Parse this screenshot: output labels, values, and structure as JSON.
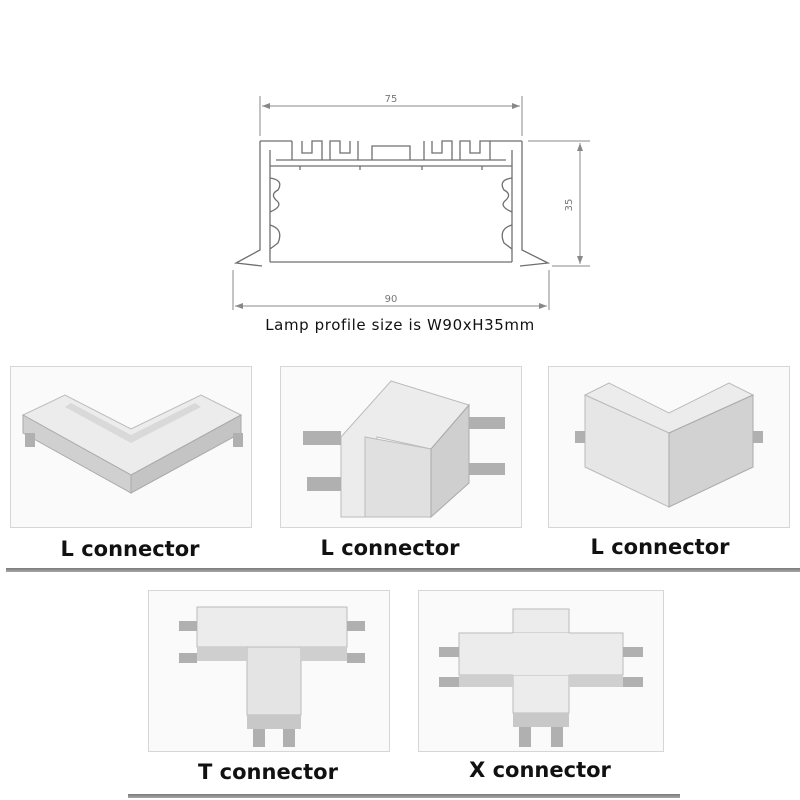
{
  "drawing": {
    "dim_top": "75",
    "dim_bottom": "90",
    "dim_right": "35",
    "caption": "Lamp profile size is W90xH35mm"
  },
  "connectors": [
    {
      "label": "L connector",
      "icon": "l-connector-flat-icon"
    },
    {
      "label": "L connector",
      "icon": "l-connector-side-icon"
    },
    {
      "label": "L connector",
      "icon": "l-connector-corner-icon"
    },
    {
      "label": "T connector",
      "icon": "t-connector-icon"
    },
    {
      "label": "X connector",
      "icon": "x-connector-icon"
    }
  ],
  "colors": {
    "divider": "#8a8a8a",
    "line": "#6f6f6f",
    "product_face": "#ececec",
    "product_shadow": "#c9c9c9",
    "bracket": "#b0b0b0"
  }
}
